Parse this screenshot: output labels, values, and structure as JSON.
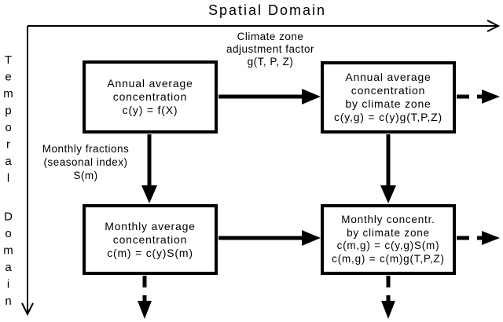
{
  "axes": {
    "spatial": {
      "label": "Spatial Domain"
    },
    "temporal": {
      "label": "Temporal Domain"
    }
  },
  "annotations": {
    "climate_zone_factor": {
      "lines": [
        "Climate zone",
        "adjustment factor",
        "g(T, P, Z)"
      ]
    },
    "monthly_fractions": {
      "lines": [
        "Monthly fractions",
        "(seasonal index)",
        "S(m)"
      ]
    }
  },
  "boxes": {
    "annual_average": {
      "lines": [
        "Annual average",
        "concentration",
        "c(y) = f(X)"
      ]
    },
    "annual_by_climate_zone": {
      "lines": [
        "Annual average",
        "concentration",
        "by climate zone",
        "c(y,g) = c(y)g(T,P,Z)"
      ]
    },
    "monthly_average": {
      "lines": [
        "Monthly average",
        "concentration",
        "c(m) = c(y)S(m)"
      ]
    },
    "monthly_by_climate_zone": {
      "lines": [
        "Monthly concentr.",
        "by climate zone",
        "c(m,g) = c(y,g)S(m)",
        "c(m,g) = c(m)g(T,P,Z)"
      ]
    }
  },
  "colors": {
    "foreground": "#000000",
    "background": "#ffffff"
  }
}
